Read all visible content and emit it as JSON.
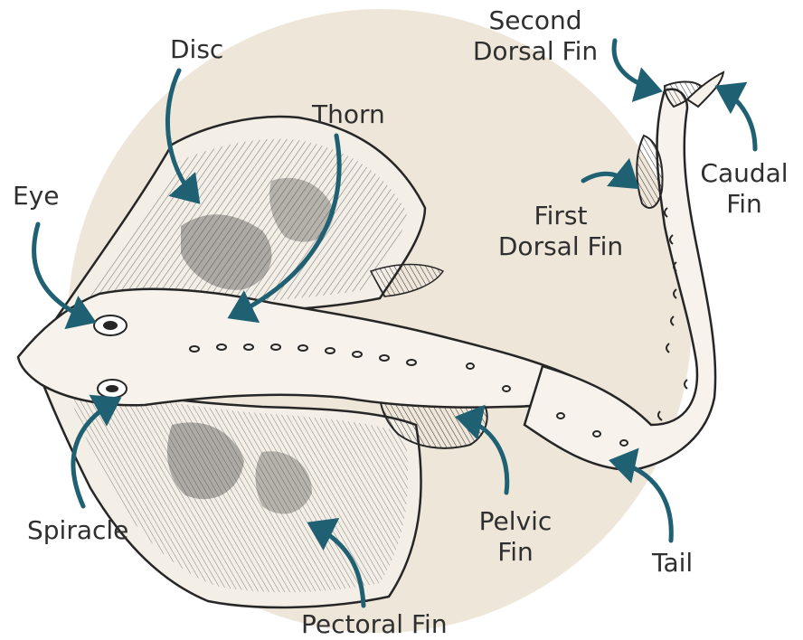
{
  "diagram": {
    "colors": {
      "background": "#ffffff",
      "circle": "#efe6da",
      "arrow": "#1f6173",
      "ink": "#262626",
      "body_fill": "#f7f3ec",
      "label": "#2f2f2f"
    },
    "labels": {
      "disc": "Disc",
      "thorn": "Thorn",
      "eye": "Eye",
      "second_dorsal_fin_line1": "Second",
      "second_dorsal_fin_line2": "Dorsal Fin",
      "caudal_fin_line1": "Caudal",
      "caudal_fin_line2": "Fin",
      "first_dorsal_fin_line1": "First",
      "first_dorsal_fin_line2": "Dorsal Fin",
      "spiracle": "Spiracle",
      "pelvic_fin_line1": "Pelvic",
      "pelvic_fin_line2": "Fin",
      "tail": "Tail",
      "pectoral_fin": "Pectoral Fin"
    }
  }
}
